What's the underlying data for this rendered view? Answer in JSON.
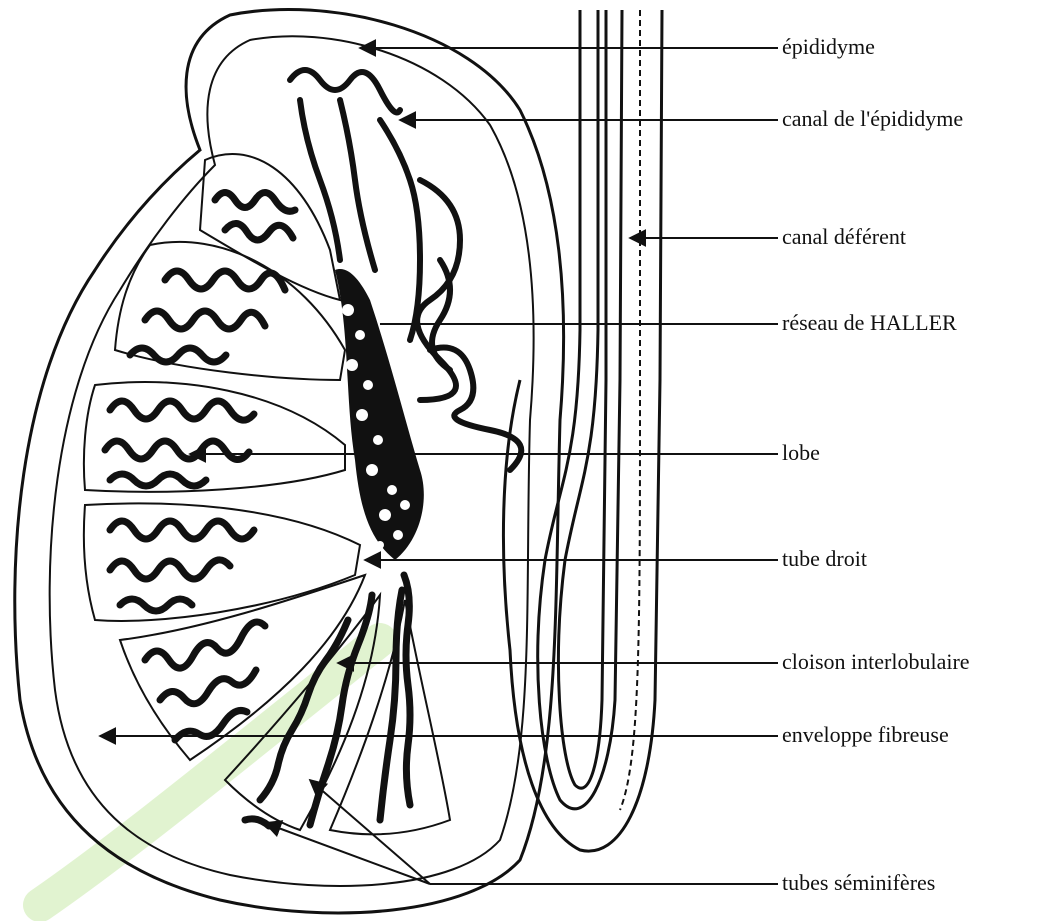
{
  "labels": {
    "epididyme": "épididyme",
    "canal_epididyme": "canal de l'épididyme",
    "canal_deferent": "canal déférent",
    "reseau_haller": "réseau de HALLER",
    "lobe": "lobe",
    "tube_droit": "tube droit",
    "cloison": "cloison interlobulaire",
    "enveloppe": "enveloppe fibreuse",
    "tubes_seminiferes": "tubes séminifères"
  },
  "colors": {
    "ink": "#111111",
    "paper": "#ffffff",
    "watermark": "#9fd86a"
  }
}
